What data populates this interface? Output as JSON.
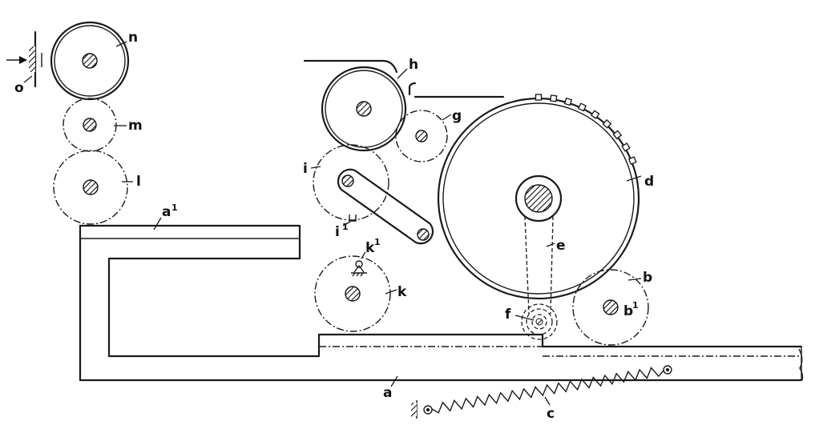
{
  "labels": {
    "n": "n",
    "o": "o",
    "m": "m",
    "l": "l",
    "a1": "a",
    "a1_sup": "1",
    "h": "h",
    "g": "g",
    "i": "i",
    "i1": "i",
    "i1_sup": "1",
    "k": "k",
    "k1": "k",
    "k1_sup": "1",
    "d": "d",
    "e": "e",
    "f": "f",
    "b": "b",
    "b1": "b",
    "b1_sup": "1",
    "a": "a",
    "c": "c"
  }
}
